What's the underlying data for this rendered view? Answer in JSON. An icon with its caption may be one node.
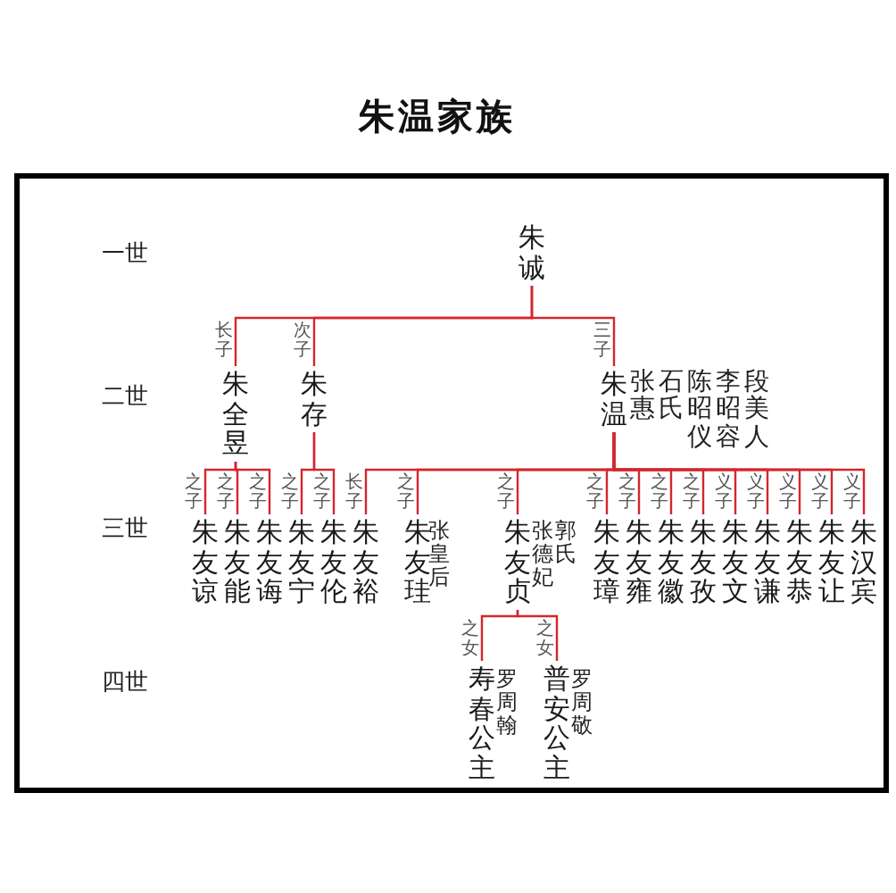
{
  "diagram": {
    "title": "朱温家族",
    "nodes": [
      {
        "text": [
          "朱诚"
        ]
      },
      {
        "text": [
          "朱全昱"
        ]
      },
      {
        "text": [
          "朱存"
        ]
      },
      {
        "text": [
          "朱温"
        ],
        "beside": [
          "张惠",
          "石氏",
          "陈昭仪",
          "李昭容",
          "段美人"
        ]
      },
      {
        "text": [
          "朱友谅"
        ]
      },
      {
        "text": [
          "朱友能"
        ]
      },
      {
        "text": [
          "朱友诲"
        ]
      },
      {
        "text": [
          "朱友宁"
        ]
      },
      {
        "text": [
          "朱友伦"
        ]
      },
      {
        "text": [
          "朱友裕"
        ]
      },
      {
        "text": [
          "朱友珪"
        ],
        "beside": [
          "张皇后"
        ]
      },
      {
        "text": [
          "朱友贞"
        ],
        "beside": [
          "张德妃",
          "郭氏"
        ]
      },
      {
        "text": [
          "朱友璋"
        ]
      },
      {
        "text": [
          "朱友雍"
        ]
      },
      {
        "text": [
          "朱友徽"
        ]
      },
      {
        "text": [
          "朱友孜"
        ]
      },
      {
        "text": [
          "朱友文"
        ]
      },
      {
        "text": [
          "朱友谦"
        ]
      },
      {
        "text": [
          "朱友恭"
        ]
      },
      {
        "text": [
          "朱友让"
        ]
      },
      {
        "text": [
          "朱汉宾"
        ]
      },
      {
        "text": [
          "寿春公主"
        ],
        "beside": [
          "罗周翰"
        ]
      },
      {
        "text": [
          "普安公主"
        ],
        "beside": [
          "罗周敬"
        ]
      }
    ],
    "edges": [
      {
        "from": 0,
        "to": 1,
        "arrow": "none",
        "label": "长子"
      },
      {
        "from": 0,
        "to": 2,
        "arrow": "none",
        "label": "次子"
      },
      {
        "from": 0,
        "to": 3,
        "arrow": "none",
        "label": "三子"
      },
      {
        "from": 1,
        "to": 4,
        "arrow": "none",
        "label": "之子"
      },
      {
        "from": 1,
        "to": 5,
        "arrow": "none",
        "label": "之子"
      },
      {
        "from": 1,
        "to": 6,
        "arrow": "none",
        "label": "之子"
      },
      {
        "from": 2,
        "to": 7,
        "arrow": "none",
        "label": "之子"
      },
      {
        "from": 2,
        "to": 8,
        "arrow": "none",
        "label": "之子"
      },
      {
        "from": 3,
        "to": 9,
        "arrow": "none",
        "label": "长子"
      },
      {
        "from": 3,
        "to": 10,
        "arrow": "none",
        "label": "之子"
      },
      {
        "from": 3,
        "to": 11,
        "arrow": "none",
        "label": "之子"
      },
      {
        "from": 3,
        "to": 12,
        "arrow": "none",
        "label": "之子"
      },
      {
        "from": 3,
        "to": 13,
        "arrow": "none",
        "label": "之子"
      },
      {
        "from": 3,
        "to": 14,
        "arrow": "none",
        "label": "之子"
      },
      {
        "from": 3,
        "to": 15,
        "arrow": "none",
        "label": "之子"
      },
      {
        "from": 3,
        "to": 16,
        "arrow": "none",
        "label": "义子"
      },
      {
        "from": 3,
        "to": 17,
        "arrow": "none",
        "label": "义子"
      },
      {
        "from": 3,
        "to": 18,
        "arrow": "none",
        "label": "义子"
      },
      {
        "from": 3,
        "to": 19,
        "arrow": "none",
        "label": "义子"
      },
      {
        "from": 3,
        "to": 20,
        "arrow": "none",
        "label": "义子"
      },
      {
        "from": 11,
        "to": 21,
        "arrow": "none",
        "label": "之女"
      },
      {
        "from": 11,
        "to": 22,
        "arrow": "none",
        "label": "之女"
      }
    ],
    "labels": [
      "一世",
      "二世",
      "三世",
      "四世"
    ]
  }
}
